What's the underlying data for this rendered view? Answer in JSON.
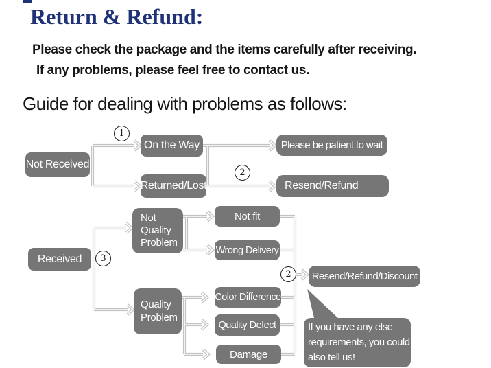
{
  "header": {
    "title": "Return & Refund:",
    "intro": [
      "Please check the package and the items carefully after receiving.",
      "If any problems, please feel free to contact us."
    ],
    "guide_heading": "Guide for dealing with problems as follows:"
  },
  "flow": {
    "markers": {
      "m1": "1",
      "m2_top": "2",
      "m3": "3",
      "m2_bottom": "2"
    },
    "nodes": {
      "not_received": "Not Received",
      "on_the_way": "On the Way",
      "returned_lost": "Returned/Lost",
      "be_patient": "Please be patient to wait",
      "resend_refund": "Resend/Refund",
      "received": "Received",
      "not_quality_problem": "Not Quality Problem",
      "not_fit": "Not fit",
      "wrong_delivery": "Wrong Delivery",
      "quality_problem": "Quality Problem",
      "color_difference": "Color Difference",
      "quality_defect": "Quality Defect",
      "damage": "Damage",
      "resend_refund_discount": "Resend/Refund/Discount"
    },
    "bubble": {
      "lines": [
        "If you have any else",
        "requirements, you could",
        "also tell us!"
      ]
    }
  },
  "colors": {
    "title_navy": "#1f3278",
    "box_gray": "#767676",
    "box_text": "#ffffff",
    "connector_gray": "#c3c3c3",
    "ink": "#1a1a1a"
  }
}
